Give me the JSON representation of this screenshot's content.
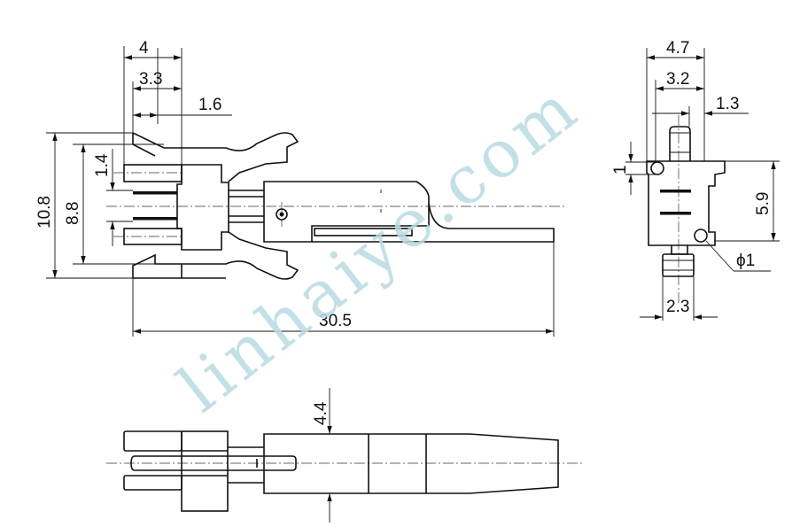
{
  "dimensions": {
    "front_width_total": "4",
    "front_width_mid": "3.3",
    "front_width_small": "1.6",
    "front_height_total": "10.8",
    "front_height_inner": "8.8",
    "front_pin_gap": "1.4",
    "overall_length": "30.5",
    "side_width_total": "4.7",
    "side_width_mid": "3.2",
    "side_width_small": "1.3",
    "side_hole_offset": "1",
    "side_height": "5.9",
    "side_hole_diameter": "ϕ1",
    "side_pin_width": "2.3",
    "bottom_height": "4.4"
  },
  "watermark": "linhaiye.com",
  "colors": {
    "line": "#111111",
    "watermark": "#b9dbe2",
    "background": "#ffffff"
  }
}
